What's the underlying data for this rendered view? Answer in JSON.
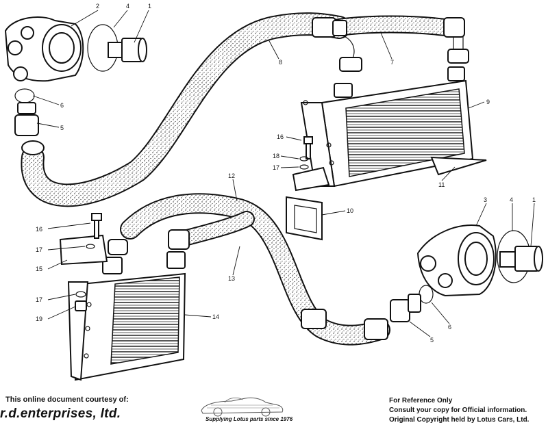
{
  "diagram": {
    "callouts": {
      "c1a": "1",
      "c2": "2",
      "c4a": "4",
      "c6a": "6",
      "c5a": "5",
      "c8": "8",
      "c7": "7",
      "c9": "9",
      "c16a": "16",
      "c18": "18",
      "c17a": "17",
      "c11": "11",
      "c10": "10",
      "c12": "12",
      "c16b": "16",
      "c17b": "17",
      "c15": "15",
      "c13": "13",
      "c17c": "17",
      "c19": "19",
      "c14": "14",
      "c3": "3",
      "c4b": "4",
      "c1b": "1",
      "c6b": "6",
      "c5b": "5"
    }
  },
  "footer": {
    "courtesy": "This online document courtesy of:",
    "brand": "r.d.enterprises, ltd.",
    "tagline": "Supplying Lotus parts since 1976",
    "ref_line1": "For Reference Only",
    "ref_line2": "Consult your copy for Official information.",
    "ref_line3": "Original Copyright held by Lotus Cars, Ltd."
  }
}
